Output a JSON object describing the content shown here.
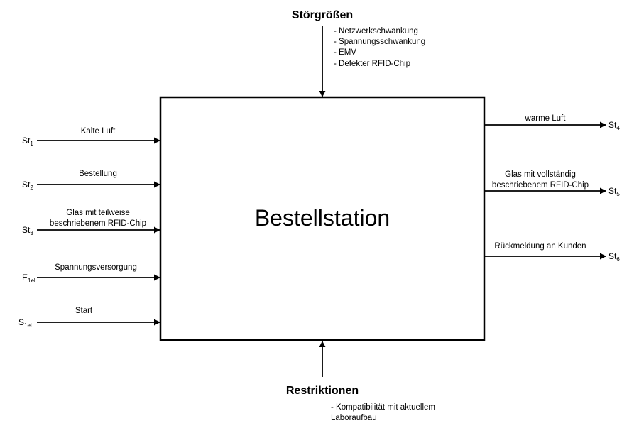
{
  "system": {
    "title": "Bestellstation"
  },
  "disturbances": {
    "heading": "Störgrößen",
    "items": [
      "- Netzwerkschwankung",
      "- Spannungsschwankung",
      "- EMV",
      "- Defekter RFID-Chip"
    ]
  },
  "restrictions": {
    "heading": "Restriktionen",
    "items": [
      "- Kompatibilität mit aktuellem",
      "Laboraufbau"
    ]
  },
  "inputs": [
    {
      "symbol": "St",
      "sub": "1",
      "lines": [
        "Kalte Luft"
      ]
    },
    {
      "symbol": "St",
      "sub": "2",
      "lines": [
        "Bestellung"
      ]
    },
    {
      "symbol": "St",
      "sub": "3",
      "lines": [
        "Glas mit teilweise",
        "beschriebenem RFID-Chip"
      ]
    },
    {
      "symbol": "E",
      "sub": "1el",
      "lines": [
        "Spannungsversorgung"
      ]
    },
    {
      "symbol": "S",
      "sub": "1el",
      "lines": [
        "Start"
      ]
    }
  ],
  "outputs": [
    {
      "symbol": "St",
      "sub": "4",
      "lines": [
        "warme Luft"
      ]
    },
    {
      "symbol": "St",
      "sub": "5",
      "lines": [
        "Glas mit vollständig",
        "beschriebenem RFID-Chip"
      ]
    },
    {
      "symbol": "St",
      "sub": "6",
      "lines": [
        "Rückmeldung an Kunden"
      ]
    }
  ]
}
